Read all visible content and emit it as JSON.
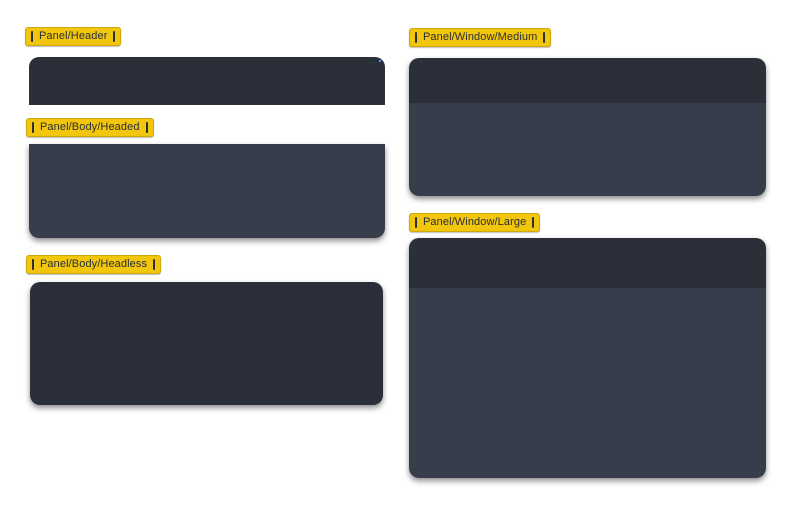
{
  "canvas": {
    "background": "#ffffff",
    "description_labels_visible": 5
  },
  "colors": {
    "badge_bg": "#F2C60D",
    "badge_text": "#2A2F3A",
    "surface_dark": "#2A2F3A",
    "surface_light": "#373D4B",
    "blue_marker": "#4B8BF5"
  },
  "components": [
    {
      "id": "panel-header",
      "label": "Panel/Header"
    },
    {
      "id": "panel-body-headed",
      "label": "Panel/Body/Headed"
    },
    {
      "id": "panel-body-headless",
      "label": "Panel/Body/Headless"
    },
    {
      "id": "panel-window-medium",
      "label": "Panel/Window/Medium"
    },
    {
      "id": "panel-window-large",
      "label": "Panel/Window/Large"
    }
  ]
}
